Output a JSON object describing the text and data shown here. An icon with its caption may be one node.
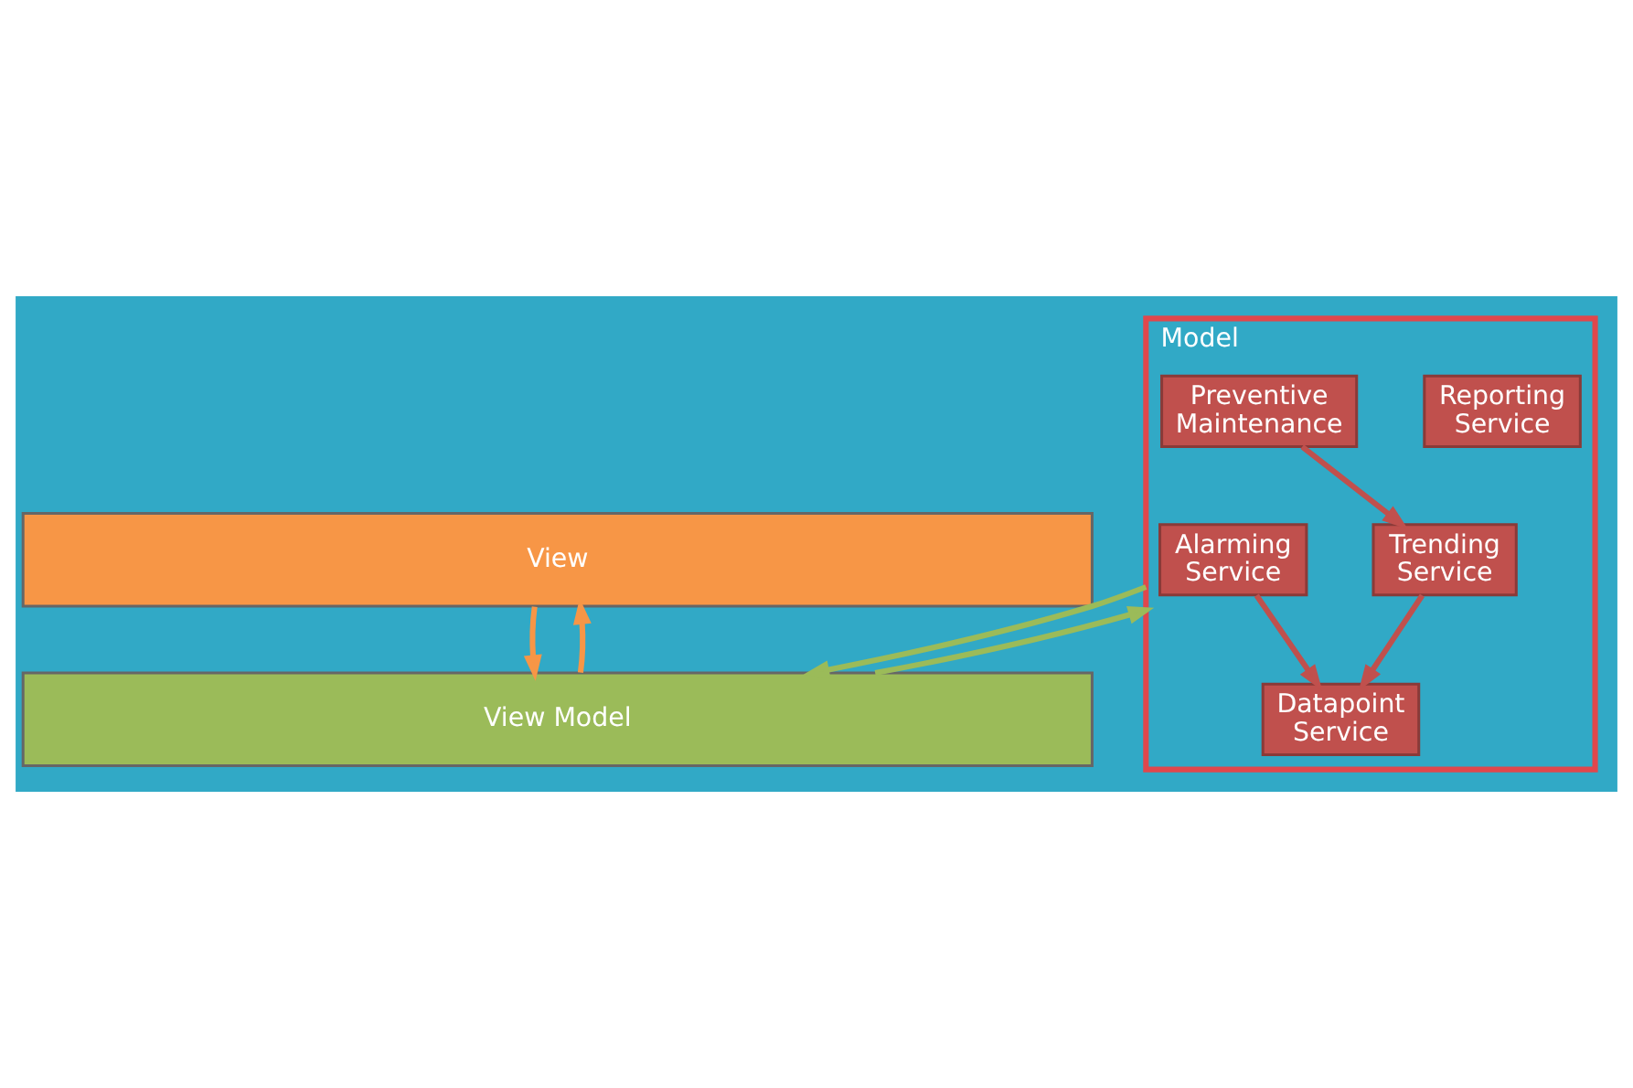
{
  "diagram": {
    "nodes": [
      {
        "text": [
          "View"
        ]
      },
      {
        "text": [
          "View Model"
        ]
      },
      {
        "text": [
          "Model"
        ]
      },
      {
        "text": [
          "Alarming Service"
        ],
        "in": 2
      },
      {
        "text": [
          "Datapoint Service"
        ],
        "in": 2
      },
      {
        "text": [
          "Trending Service"
        ],
        "in": 2
      },
      {
        "text": [
          "Reporting Service"
        ],
        "in": 2
      },
      {
        "text": [
          "Preventive Maintenance"
        ],
        "in": 2
      }
    ],
    "edges": [
      {
        "from": 0,
        "to": 1,
        "arrow": "to",
        "color": "#f79646"
      },
      {
        "from": 1,
        "to": 0,
        "arrow": "to",
        "color": "#f79646"
      },
      {
        "from": 1,
        "to": 2,
        "arrow": "to",
        "color": "#9bbb59"
      },
      {
        "from": 2,
        "to": 1,
        "arrow": "to",
        "color": "#9bbb59"
      },
      {
        "from": 3,
        "to": 4,
        "arrow": "to"
      },
      {
        "from": 5,
        "to": 4,
        "arrow": "to"
      },
      {
        "from": 7,
        "to": 5,
        "arrow": "to"
      }
    ]
  }
}
